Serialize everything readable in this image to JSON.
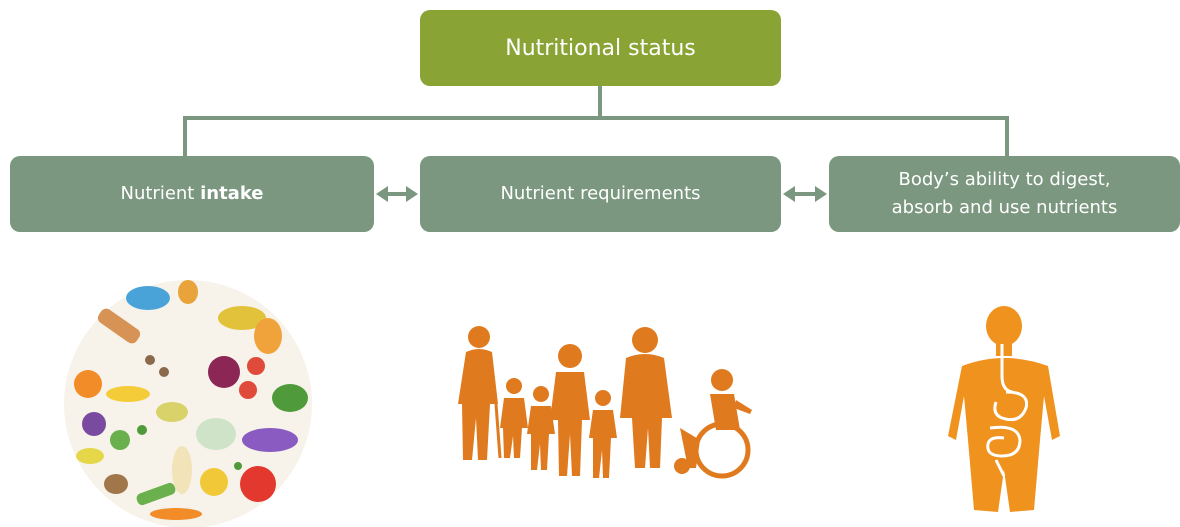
{
  "diagram": {
    "title": "Nutritional status",
    "factors": {
      "intake": {
        "prefix": "Nutrient ",
        "emphasis": "intake"
      },
      "requirements": {
        "label": "Nutrient requirements"
      },
      "body": {
        "line1": "Body’s ability to digest,",
        "line2": "absorb and use nutrients"
      }
    },
    "colors": {
      "title_box": "#8aa335",
      "factor_box": "#7b977f",
      "connector": "#7b977f",
      "illustration": "#e07a1f"
    },
    "icons": [
      "food-circle-icon",
      "people-group-icon",
      "digestive-system-icon"
    ]
  }
}
